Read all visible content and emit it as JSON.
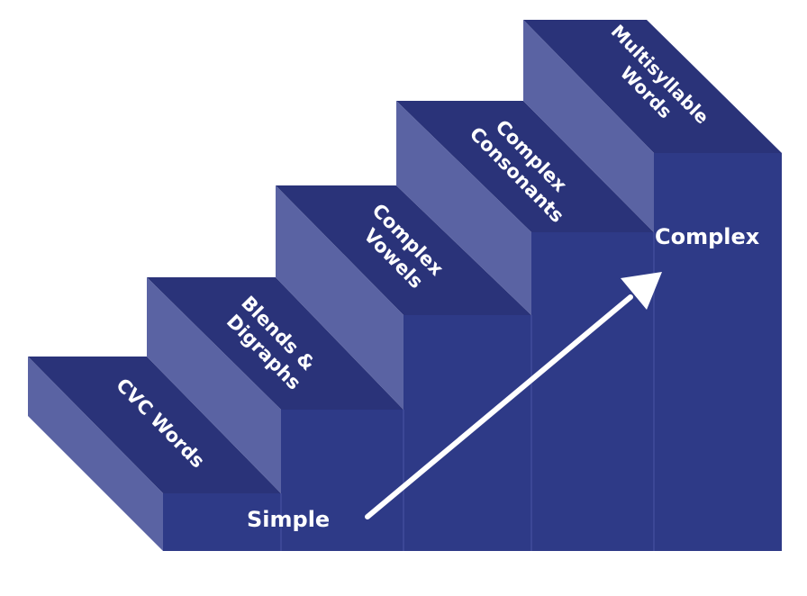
{
  "colors": {
    "front": "#2E3A87",
    "top": "#2A3379",
    "side": "#5A63A3",
    "divider": "#3C4796",
    "text": "#FFFFFF",
    "arrow": "#FFFFFF"
  },
  "steps": [
    {
      "lines": [
        "CVC Words"
      ]
    },
    {
      "lines": [
        "Blends &",
        "Digraphs"
      ]
    },
    {
      "lines": [
        "Complex",
        "Vowels"
      ]
    },
    {
      "lines": [
        "Complex",
        "Consonants"
      ]
    },
    {
      "lines": [
        "Multisyllable",
        "Words"
      ]
    }
  ],
  "labels": {
    "start": "Simple",
    "end": "Complex"
  },
  "arrow_icon": "arrow-up-right-icon"
}
